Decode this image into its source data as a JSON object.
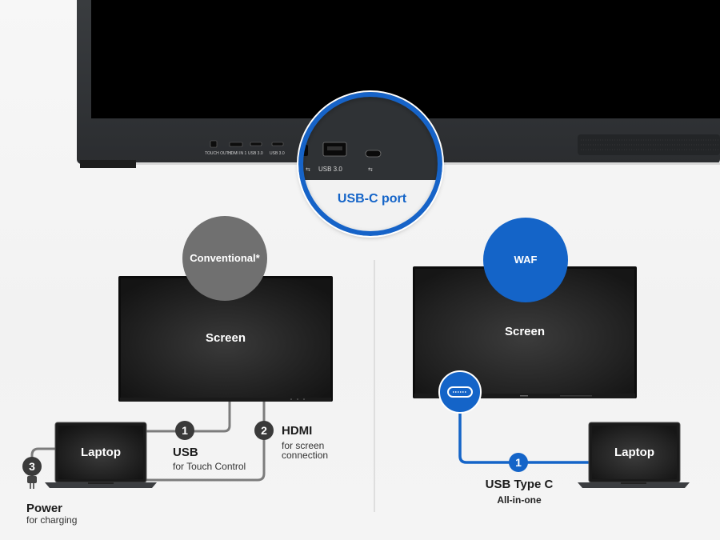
{
  "top_display": {
    "port_labels": [
      "TOUCH OUT 1",
      "HDMI IN 1",
      "USB 3.0",
      "USB 3.0"
    ],
    "zoom_port_labels": [
      "USB 3.0"
    ],
    "zoom_caption": "USB-C port"
  },
  "conventional": {
    "badge": "Conventional*",
    "screen_label": "Screen",
    "laptop_label": "Laptop",
    "connections": [
      {
        "number": "1",
        "title": "USB",
        "subtitle": "for Touch Control"
      },
      {
        "number": "2",
        "title": "HDMI",
        "subtitle": "for screen\nconnection"
      },
      {
        "number": "3",
        "title": "Power",
        "subtitle": "for charging"
      }
    ]
  },
  "waf": {
    "badge": "WAF",
    "screen_label": "Screen",
    "laptop_label": "Laptop",
    "connection": {
      "number": "1",
      "title": "USB Type C",
      "subtitle": "All-in-one"
    }
  },
  "colors": {
    "accent_blue": "#1464c8",
    "gray_badge": "#707070",
    "cable_gray": "#7c7c7c",
    "number_badge": "#3a3a3a"
  }
}
